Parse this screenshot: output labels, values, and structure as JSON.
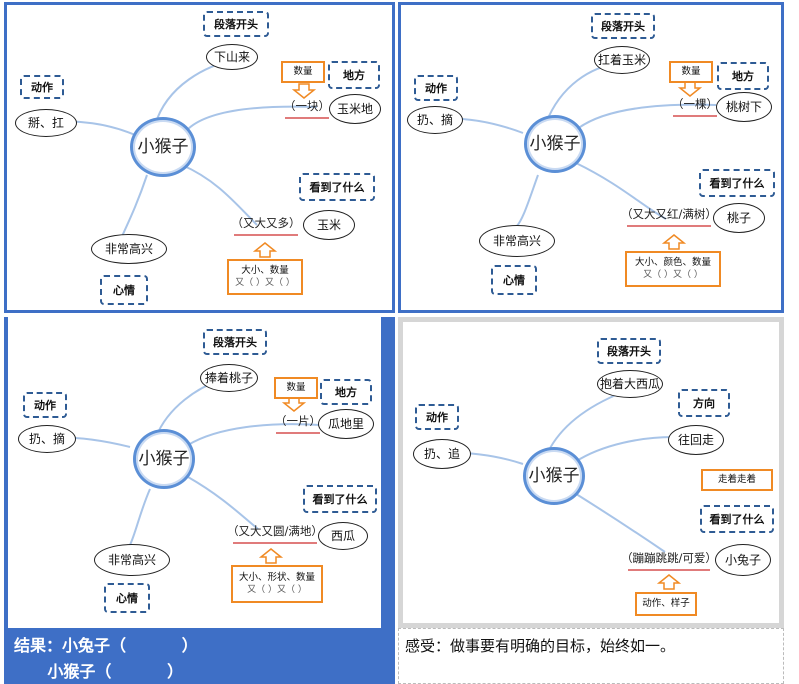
{
  "panels": [
    {
      "center": "小猴子",
      "heading_label": "段落开头",
      "heading_value": "下山来",
      "action_label": "动作",
      "action_value": "掰、扛",
      "quantity_label": "数量",
      "quantity_value": "（一块）",
      "place_label": "地方",
      "place_value": "玉米地",
      "saw_label": "看到了什么",
      "saw_value": "玉米",
      "saw_desc": "（又大又多）",
      "hint_line1": "大小、数量",
      "hint_line2": "又（ ）又（ ）",
      "mood_value": "非常高兴",
      "mood_label": "心情"
    },
    {
      "center": "小猴子",
      "heading_label": "段落开头",
      "heading_value": "扛着玉米",
      "action_label": "动作",
      "action_value": "扔、摘",
      "quantity_label": "数量",
      "quantity_value": "（一棵）",
      "place_label": "地方",
      "place_value": "桃树下",
      "saw_label": "看到了什么",
      "saw_value": "桃子",
      "saw_desc": "（又大又红/满树）",
      "hint_line1": "大小、颜色、数量",
      "hint_line2": "又（ ）又（ ）",
      "mood_value": "非常高兴",
      "mood_label": "心情"
    },
    {
      "center": "小猴子",
      "heading_label": "段落开头",
      "heading_value": "捧着桃子",
      "action_label": "动作",
      "action_value": "扔、摘",
      "quantity_label": "数量",
      "quantity_value": "（一片）",
      "place_label": "地方",
      "place_value": "瓜地里",
      "saw_label": "看到了什么",
      "saw_value": "西瓜",
      "saw_desc": "（又大又圆/满地）",
      "hint_line1": "大小、形状、数量",
      "hint_line2": "又（ ）又（ ）",
      "mood_value": "非常高兴",
      "mood_label": "心情"
    },
    {
      "center": "小猴子",
      "heading_label": "段落开头",
      "heading_value": "抱着大西瓜",
      "action_label": "动作",
      "action_value": "扔、追",
      "direction_label": "方向",
      "direction_value": "往回走",
      "walk_label": "走着走着",
      "saw_label": "看到了什么",
      "saw_value": "小兔子",
      "saw_desc": "（蹦蹦跳跳/可爱）",
      "hint_line1": "动作、样子"
    }
  ],
  "result": {
    "line1": "结果：小兔子（          ）",
    "line2": "      小猴子（          ）"
  },
  "feeling": "感受：做事要有明确的目标，始终如一。",
  "colors": {
    "panel_border": "#3e6fc6",
    "center_ring": "#5b8fd6",
    "connector": "#a8c4e8",
    "dashed_box": "#2e5b94",
    "hint_box": "#f08a24",
    "underline": "#e07b7b"
  }
}
